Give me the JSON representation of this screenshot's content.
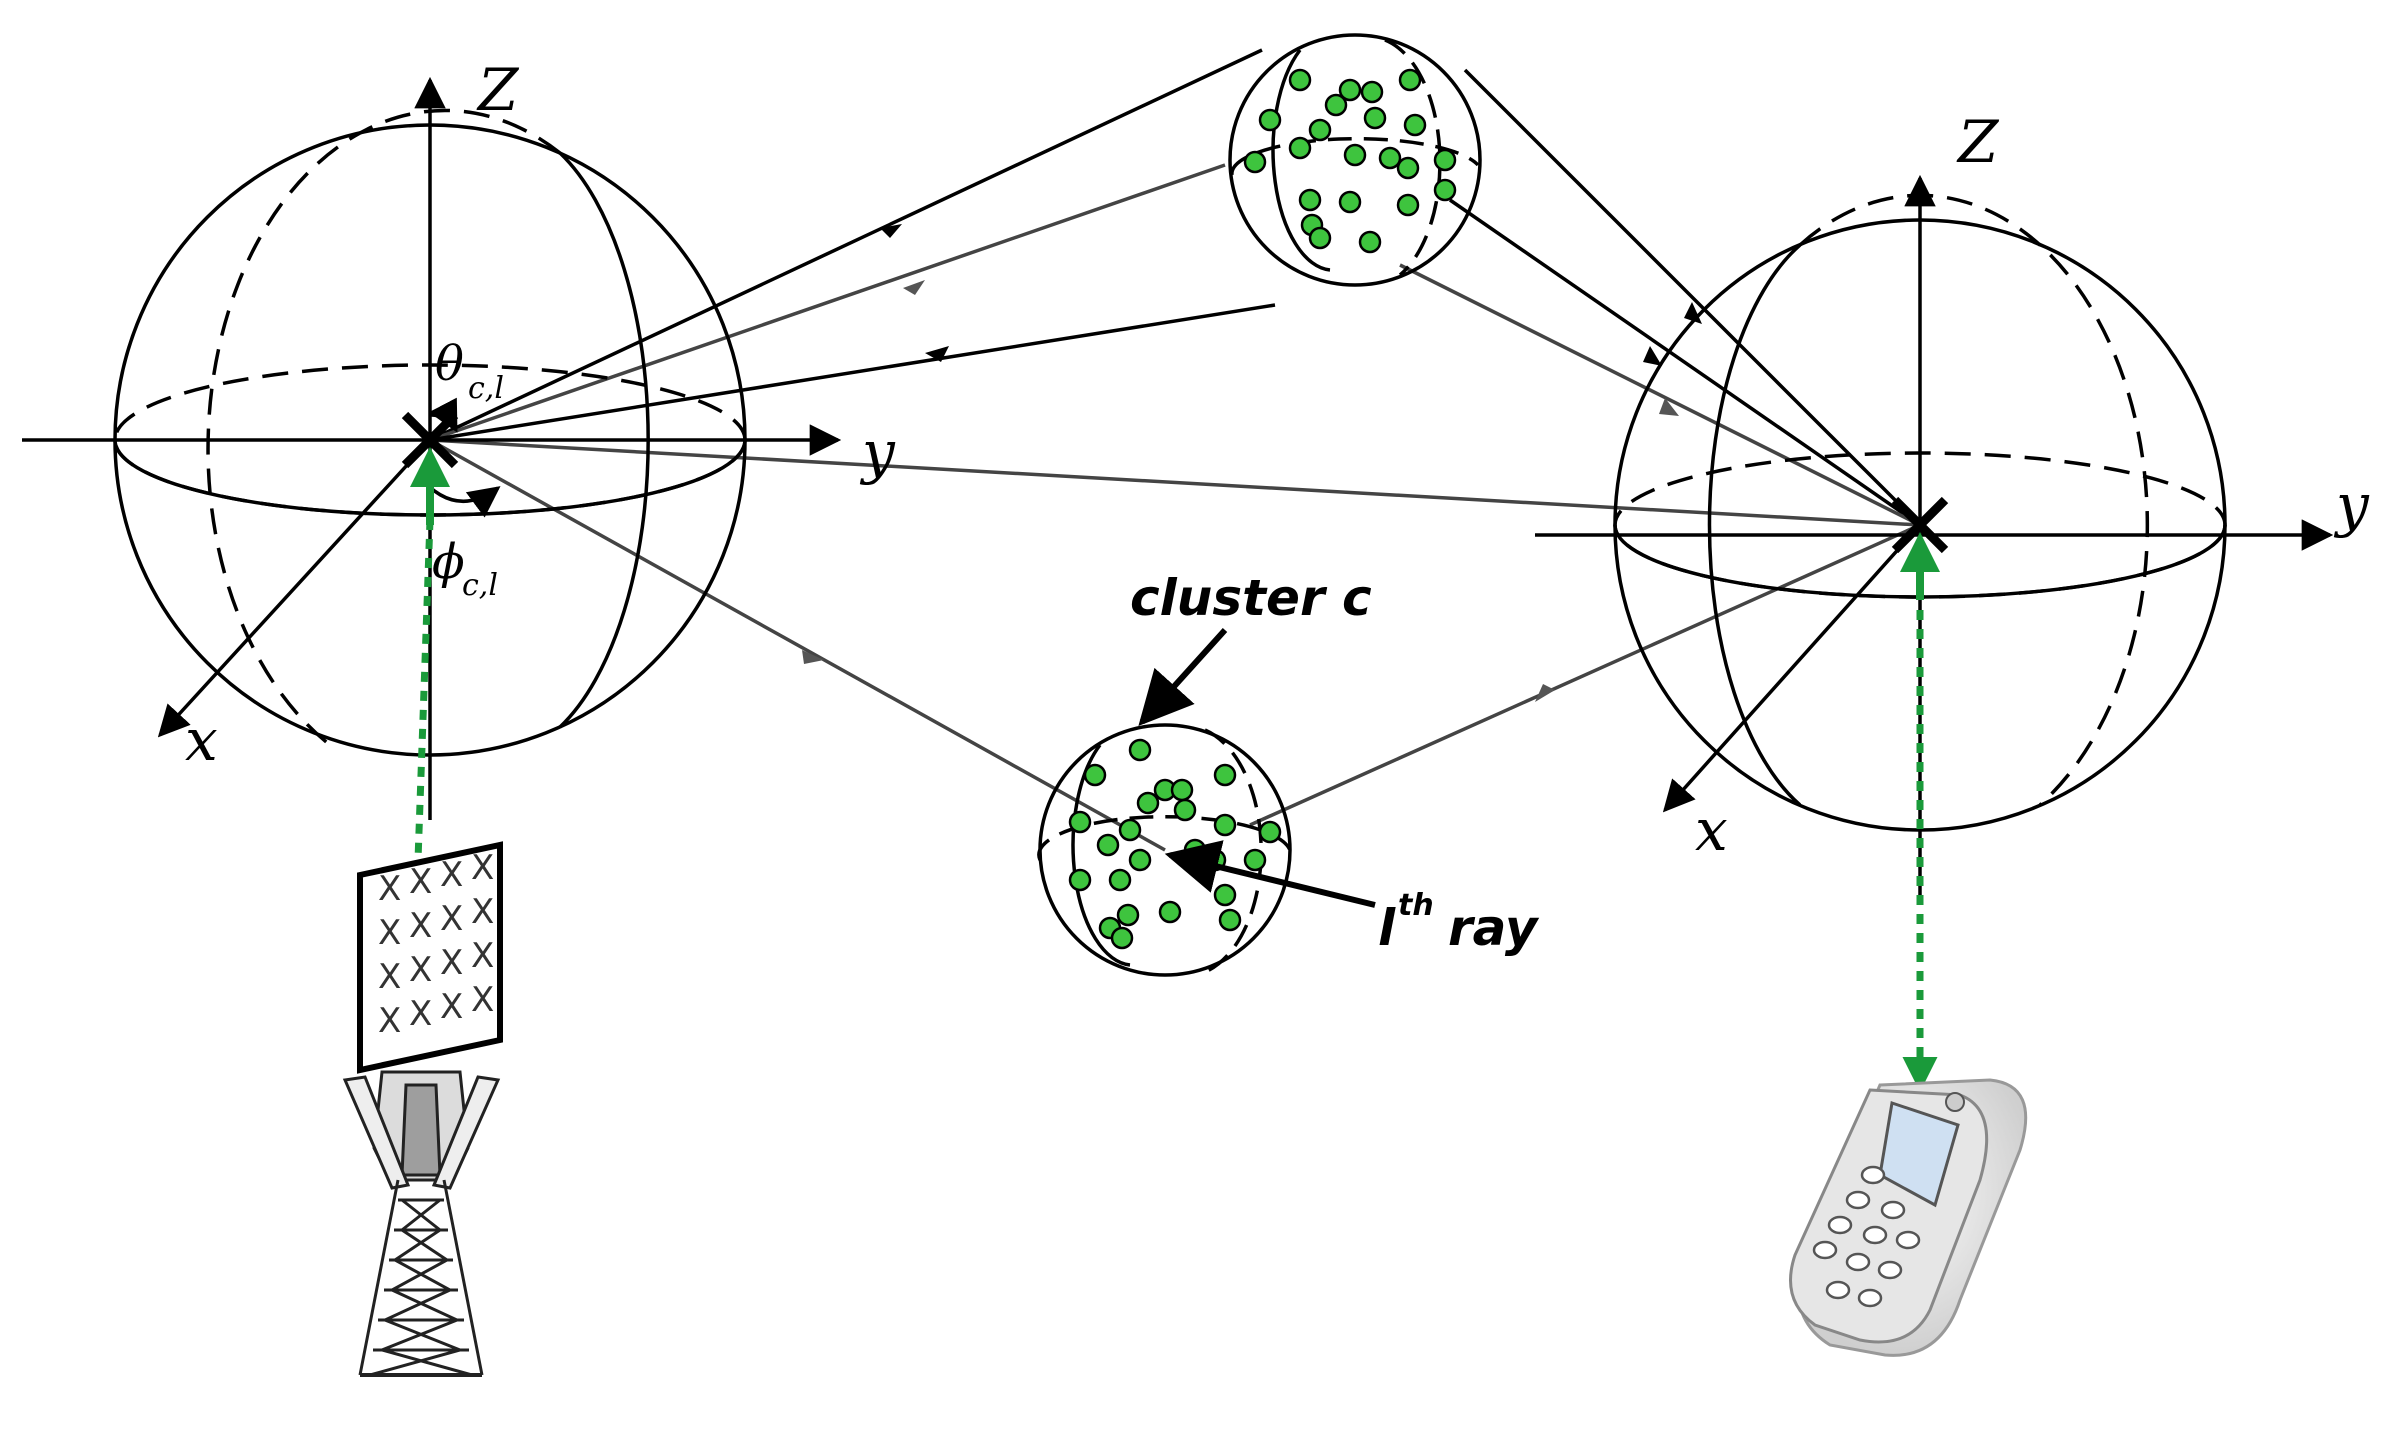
{
  "left_frame": {
    "z_label": "Z",
    "y_label": "y",
    "x_label": "x",
    "theta_main": "θ",
    "theta_sub": "c,l",
    "phi_main": "ϕ",
    "phi_sub": "c,l"
  },
  "right_frame": {
    "z_label": "Z",
    "y_label": "y",
    "x_label": "x"
  },
  "labels": {
    "cluster": "cluster c",
    "ray_l": "l",
    "ray_sup": "th",
    "ray_word": "ray"
  },
  "antenna_array": {
    "rows": [
      [
        "X",
        "X",
        "X",
        "X"
      ],
      [
        "X",
        "X",
        "X",
        "X"
      ],
      [
        "X",
        "X",
        "X",
        "X"
      ],
      [
        "X",
        "X",
        "X",
        "X"
      ]
    ]
  },
  "colors": {
    "scatterer": "#3ec43e",
    "los_arrow": "#1a9a3a",
    "ray": "#444444"
  },
  "icons": [
    "base-station-tower-icon",
    "mobile-phone-icon"
  ]
}
